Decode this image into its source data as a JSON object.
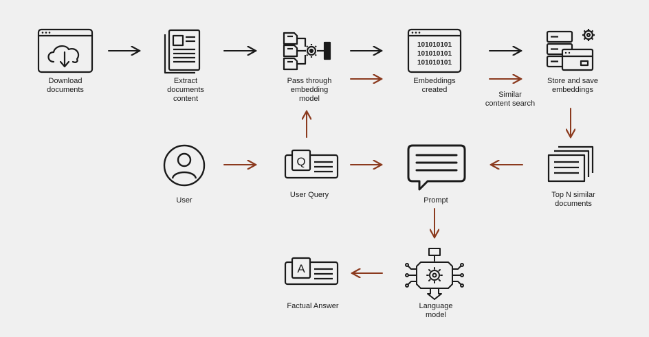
{
  "nodes": {
    "download": {
      "label": "Download\ndocuments",
      "icon": "cloud-download-window-icon"
    },
    "extract": {
      "label": "Extract\ndocuments\ncontent",
      "icon": "document-icon"
    },
    "pass": {
      "label": "Pass through\nembedding\nmodel",
      "icon": "embedding-model-icon"
    },
    "embeddings": {
      "label": "Embeddings\ncreated",
      "icon": "binary-window-icon"
    },
    "store": {
      "label": "Store and save\nembeddings",
      "icon": "server-gear-icon"
    },
    "similar_search": {
      "label": "Similar\ncontent search"
    },
    "topn": {
      "label": "Top N similar\ndocuments",
      "icon": "stacked-documents-icon"
    },
    "user": {
      "label": "User",
      "icon": "user-icon"
    },
    "query": {
      "label": "User Query",
      "icon": "query-card-icon"
    },
    "prompt": {
      "label": "Prompt",
      "icon": "speech-bubble-icon"
    },
    "llm": {
      "label": "Language\nmodel",
      "icon": "chip-gear-icon"
    },
    "answer": {
      "label": "Factual Answer",
      "icon": "answer-card-icon"
    }
  },
  "glyphs": {
    "query_letter": "Q",
    "answer_letter": "A",
    "binary_row": "101010101"
  },
  "colors": {
    "black_arrow": "#1a1a1a",
    "brown_arrow": "#8b3a1e",
    "icon_stroke": "#1a1a1a",
    "background": "#f0f0f0"
  }
}
